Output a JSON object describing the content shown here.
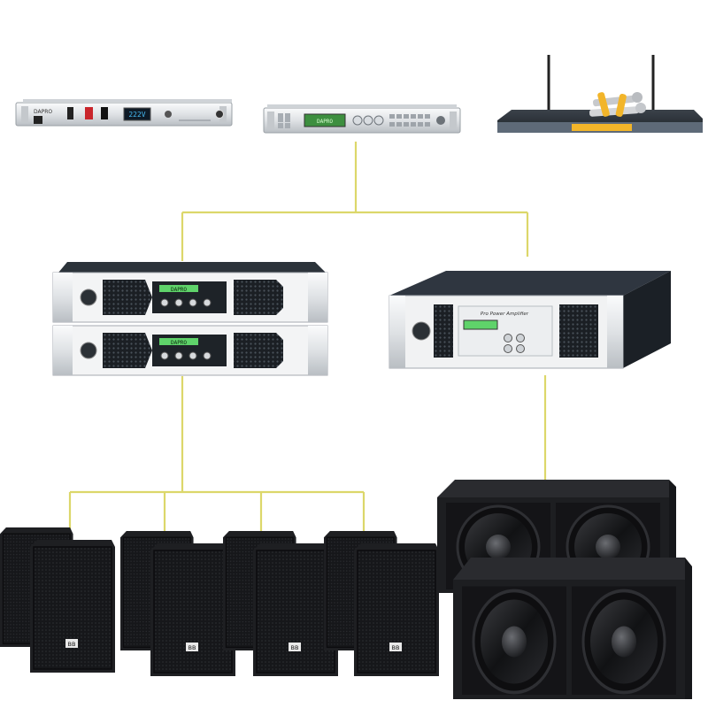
{
  "colors": {
    "wire": "#dcd76a",
    "background": "#ffffff",
    "rack_silver": "#e6e8ea",
    "rack_dark": "#2b3238",
    "lcd_green": "#5fd36a",
    "lcd_blue": "#46b9f2",
    "mic_gold": "#f2b52a",
    "cabinet": "#1c1d20"
  },
  "devices": {
    "power_sequencer": {
      "brand": "DAPRO",
      "display": "222V",
      "icon": "power-sequencer-icon"
    },
    "processor": {
      "brand": "DAPRO",
      "icon": "audio-processor-icon"
    },
    "wireless_mic": {
      "icon": "wireless-microphone-icon"
    },
    "amplifier_stack": {
      "brand": "DAPRO",
      "icon": "power-amplifier-icon"
    },
    "pro_amplifier": {
      "front_label": "Pro Power Amplifier",
      "icon": "power-amplifier-icon"
    },
    "speakers": {
      "count": 4,
      "badge": "BB",
      "icon": "speaker-cabinet-icon"
    },
    "subwoofers": {
      "count": 2,
      "icon": "subwoofer-icon"
    }
  }
}
